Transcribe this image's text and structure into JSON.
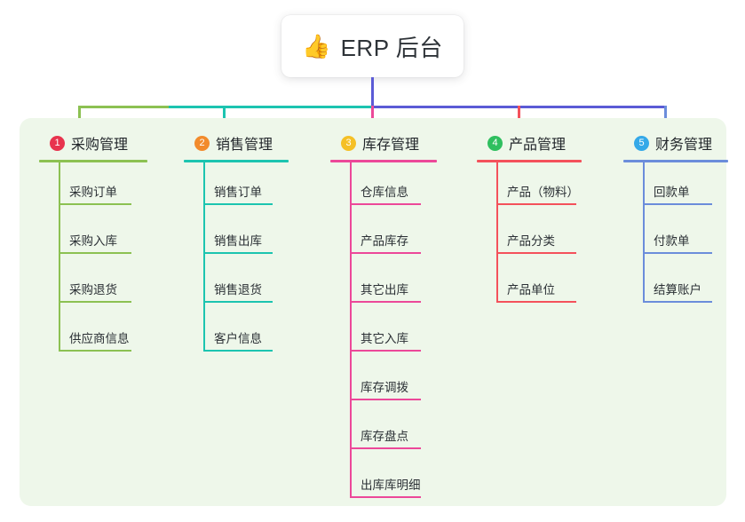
{
  "title": {
    "emoji": "👍",
    "emoji_name": "thumbs-up-icon",
    "text": "ERP 后台"
  },
  "colors": {
    "panel_background": "#eef7ea",
    "page_background": "#ffffff",
    "title_text": "#2e3338",
    "center_stem": "#5b5bd6"
  },
  "columns": [
    {
      "number": "1",
      "title": "采购管理",
      "badge_color": "#e8344e",
      "line_color": "#8cc152",
      "items": [
        "采购订单",
        "采购入库",
        "采购退货",
        "供应商信息"
      ]
    },
    {
      "number": "2",
      "title": "销售管理",
      "badge_color": "#f28b2c",
      "line_color": "#1cc4b0",
      "items": [
        "销售订单",
        "销售出库",
        "销售退货",
        "客户信息"
      ]
    },
    {
      "number": "3",
      "title": "库存管理",
      "badge_color": "#f5c026",
      "line_color": "#ec4899",
      "items": [
        "仓库信息",
        "产品库存",
        "其它出库",
        "其它入库",
        "库存调拨",
        "库存盘点",
        "出库库明细"
      ]
    },
    {
      "number": "4",
      "title": "产品管理",
      "badge_color": "#2fbf5f",
      "line_color": "#f4515b",
      "items": [
        "产品（物料）",
        "产品分类",
        "产品单位"
      ]
    },
    {
      "number": "5",
      "title": "财务管理",
      "badge_color": "#35a9e8",
      "line_color": "#6b8ddb",
      "items": [
        "回款单",
        "付款单",
        "结算账户"
      ]
    }
  ]
}
